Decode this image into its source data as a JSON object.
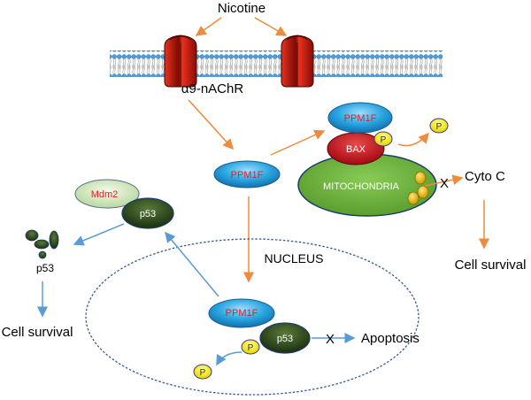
{
  "labels": {
    "nicotine": "Nicotine",
    "receptor": "α9-nAChR",
    "ppm1f": "PPM1F",
    "bax": "BAX",
    "phosphate": "P",
    "mitochondria": "MITOCHONDRIA",
    "cyto_c": "Cyto C",
    "cell_survival": "Cell survival",
    "mdm2": "Mdm2",
    "p53": "p53",
    "nucleus": "NUCLEUS",
    "apoptosis": "Apoptosis",
    "block": "X"
  },
  "colors": {
    "orange_arrow": "#f08a3c",
    "blue_arrow": "#5b9bd5",
    "ppm1f_fill": "#2aa5e0",
    "bax_fill": "#c0141e",
    "mito_fill": "#6db33f",
    "p53_fill": "#2e4a1c",
    "mdm2_fill": "#d4e8c0",
    "phosphate_fill": "#ffee22",
    "receptor_fill": "#d81e10",
    "nucleus_border": "#3a5a8c"
  }
}
